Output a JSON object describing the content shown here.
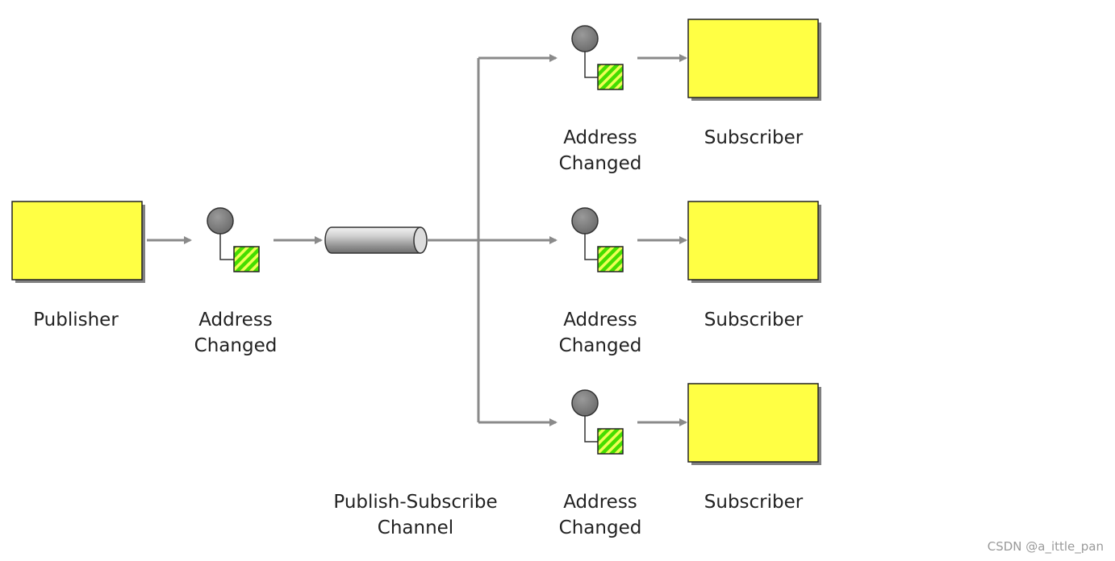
{
  "labels": {
    "publisher": "Publisher",
    "message_line1": "Address",
    "message_line2": "Changed",
    "channel_line1": "Publish-Subscribe",
    "channel_line2": "Channel",
    "subscriber": "Subscriber"
  },
  "watermark": "CSDN @a_ittle_pan",
  "colors": {
    "box_fill": "#ffff44",
    "box_shadow": "#808080",
    "arrow": "#8a8a8a",
    "message_circle": "#7a7a7a",
    "message_square": "#33cc00",
    "channel": "#a0a0a0"
  }
}
